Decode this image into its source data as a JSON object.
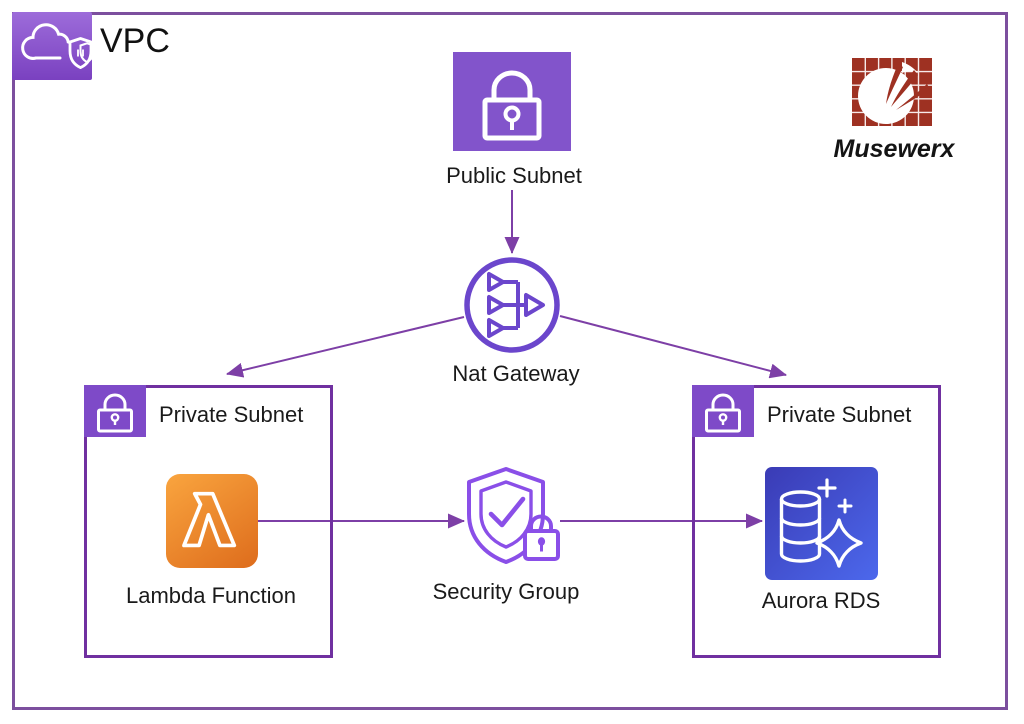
{
  "diagram": {
    "type": "aws-vpc-architecture",
    "vpc_label": "VPC",
    "brand_name": "Musewerx",
    "nodes": [
      {
        "id": "public-subnet",
        "label": "Public Subnet",
        "icon": "subnet-lock-icon"
      },
      {
        "id": "nat-gateway",
        "label": "Nat Gateway",
        "icon": "nat-gateway-icon"
      },
      {
        "id": "private-subnet-left",
        "label": "Private Subnet",
        "icon": "subnet-lock-icon"
      },
      {
        "id": "private-subnet-right",
        "label": "Private Subnet",
        "icon": "subnet-lock-icon"
      },
      {
        "id": "lambda",
        "label": "Lambda Function",
        "icon": "lambda-icon"
      },
      {
        "id": "security-group",
        "label": "Security Group",
        "icon": "shield-check-lock-icon"
      },
      {
        "id": "aurora",
        "label": "Aurora RDS",
        "icon": "aurora-database-icon"
      }
    ],
    "edges": [
      {
        "from": "public-subnet",
        "to": "nat-gateway"
      },
      {
        "from": "nat-gateway",
        "to": "private-subnet-left"
      },
      {
        "from": "nat-gateway",
        "to": "private-subnet-right"
      },
      {
        "from": "lambda",
        "to": "security-group"
      },
      {
        "from": "security-group",
        "to": "aurora"
      }
    ],
    "colors": {
      "frame_border": "#7c4f9e",
      "box_border": "#7030a0",
      "arrow": "#7d3fa6",
      "subnet_purple": "#8254cb",
      "nat_purple": "#6b46cc",
      "security_violet": "#8a4fe8",
      "lambda_orange_start": "#f8a23d",
      "lambda_orange_end": "#df6f1e",
      "aurora_blue_start": "#3a3bb5",
      "aurora_blue_end": "#4c68ec",
      "brand_red": "#9e3122"
    }
  }
}
